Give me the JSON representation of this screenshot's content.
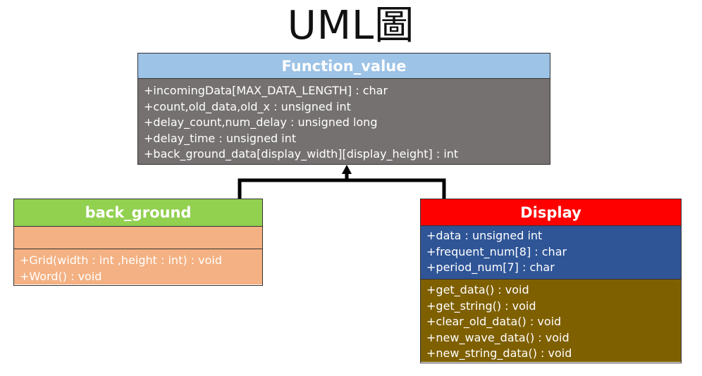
{
  "title": "UML圖",
  "classes": {
    "function_value": {
      "name": "Function_value",
      "attributes": [
        "+incomingData[MAX_DATA_LENGTH] : char",
        "+count,old_data,old_x : unsigned int",
        "+delay_count,num_delay : unsigned long",
        "+delay_time : unsigned int",
        "+back_ground_data[display_width][display_height] : int"
      ]
    },
    "back_ground": {
      "name": "back_ground",
      "operations": [
        "+Grid(width : int ,height : int) : void",
        "+Word() : void"
      ]
    },
    "display": {
      "name": "Display",
      "attributes": [
        "+data : unsigned int",
        "+frequent_num[8] : char",
        "+period_num[7] : char"
      ],
      "operations": [
        "+get_data() : void",
        "+get_string() : void",
        "+clear_old_data() : void",
        "+new_wave_data() : void",
        "+new_string_data() : void"
      ]
    }
  }
}
